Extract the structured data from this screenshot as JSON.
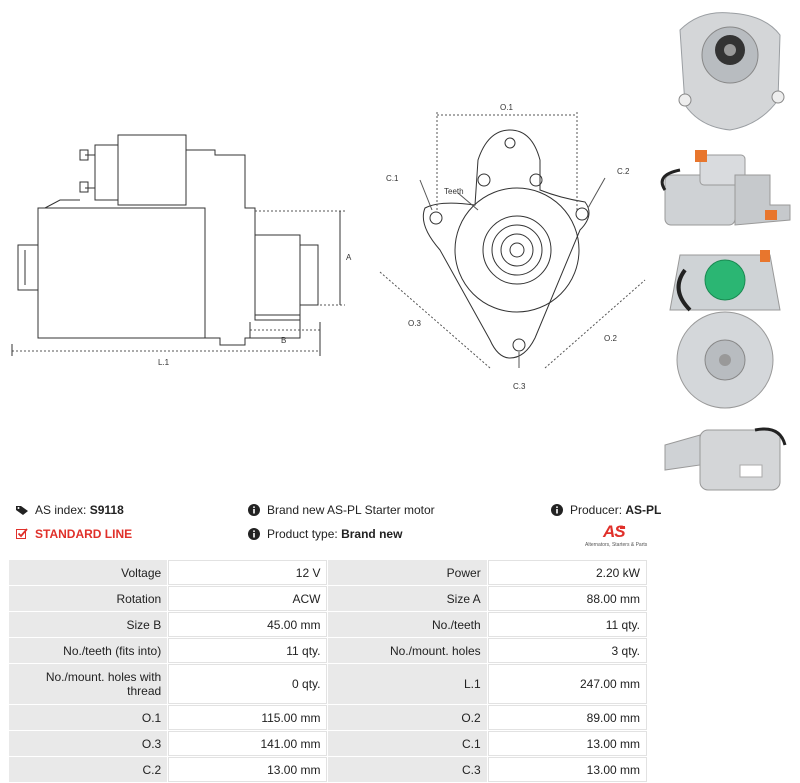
{
  "drawing_labels": {
    "side": {
      "a": "A",
      "b": "B",
      "l1": "L.1"
    },
    "front": {
      "o1": "O.1",
      "o2": "O.2",
      "o3": "O.3",
      "c1": "C.1",
      "c2": "C.2",
      "c3": "C.3",
      "teeth": "Teeth"
    }
  },
  "info": {
    "as_index_label": "AS index:",
    "as_index_value": "S9118",
    "line": "STANDARD LINE",
    "description": "Brand new AS-PL Starter motor",
    "product_type_label": "Product type:",
    "product_type_value": "Brand new",
    "producer_label": "Producer:",
    "producer_value": "AS-PL",
    "logo_text": "AS",
    "logo_tagline": "Alternators, Starters & Parts"
  },
  "specs": [
    [
      {
        "label": "Voltage",
        "value": "12 V"
      },
      {
        "label": "Power",
        "value": "2.20 kW"
      }
    ],
    [
      {
        "label": "Rotation",
        "value": "ACW"
      },
      {
        "label": "Size A",
        "value": "88.00 mm"
      }
    ],
    [
      {
        "label": "Size B",
        "value": "45.00 mm"
      },
      {
        "label": "No./teeth",
        "value": "11 qty."
      }
    ],
    [
      {
        "label": "No./teeth (fits into)",
        "value": "11 qty."
      },
      {
        "label": "No./mount. holes",
        "value": "3 qty."
      }
    ],
    [
      {
        "label": "No./mount. holes with thread",
        "value": "0 qty."
      },
      {
        "label": "L.1",
        "value": "247.00 mm"
      }
    ],
    [
      {
        "label": "O.1",
        "value": "115.00 mm"
      },
      {
        "label": "O.2",
        "value": "89.00 mm"
      }
    ],
    [
      {
        "label": "O.3",
        "value": "141.00 mm"
      },
      {
        "label": "C.1",
        "value": "13.00 mm"
      }
    ],
    [
      {
        "label": "C.2",
        "value": "13.00 mm"
      },
      {
        "label": "C.3",
        "value": "13.00 mm"
      }
    ]
  ],
  "colors": {
    "accent_red": "#e0302a",
    "label_bg": "#e9e9e9"
  }
}
